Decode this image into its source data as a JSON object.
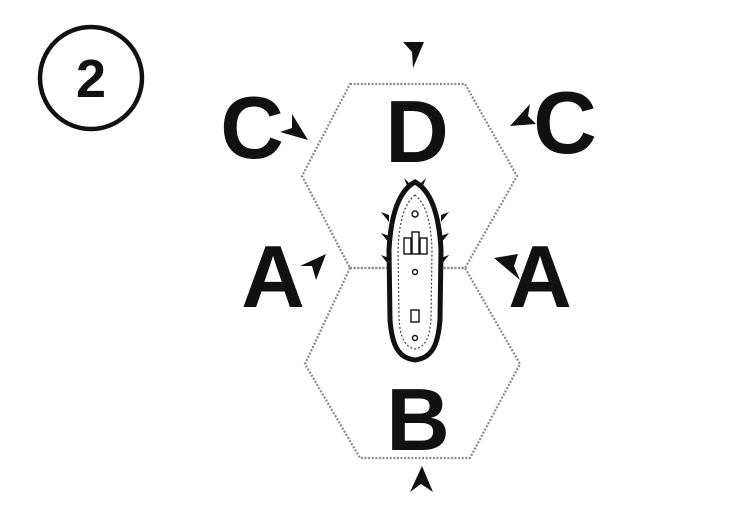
{
  "badge": {
    "number": "2"
  },
  "labels": {
    "front": "D",
    "rear": "B",
    "front_left": "C",
    "front_right": "C",
    "rear_left": "A",
    "rear_right": "A"
  },
  "colors": {
    "ink": "#111111",
    "hex_outline": "#8a8a8a",
    "background": "#ffffff"
  }
}
